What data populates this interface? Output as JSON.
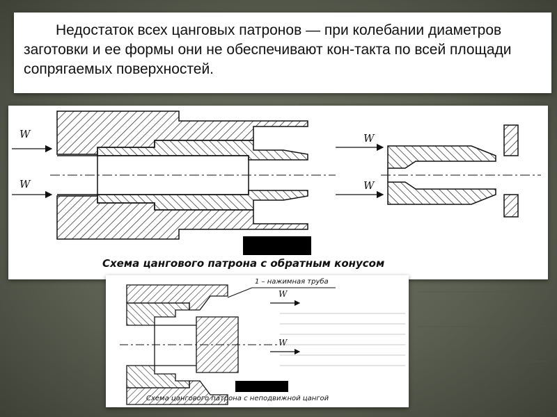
{
  "paragraph": "Недостаток всех цанговых патронов — при колебании диаметров заготовки и ее формы они не обеспечивают кон-такта по всей площади сопрягаемых поверхностей.",
  "scheme1": {
    "caption": "Схема цангового патрона с обратным конусом",
    "force_label": "W"
  },
  "scheme2": {
    "caption": "Схема цангового патрона с неподвижной цангой",
    "callout": "1 – нажимная труба",
    "force_label": "W"
  },
  "background_text_color": "#4a4d40",
  "hatch_color": "#222222"
}
